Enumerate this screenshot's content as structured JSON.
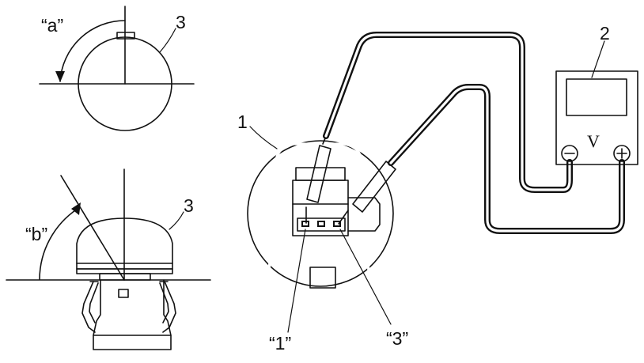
{
  "labels": {
    "angle_a": "“a”",
    "angle_b": "“b”",
    "callout_3_top": "3",
    "callout_3_bottom": "3",
    "callout_1": "1",
    "callout_2": "2",
    "terminal_1": "“1”",
    "terminal_3": "“3”"
  },
  "voltmeter": {
    "unit": "V",
    "neg_symbol": "−",
    "pos_symbol": "+"
  }
}
